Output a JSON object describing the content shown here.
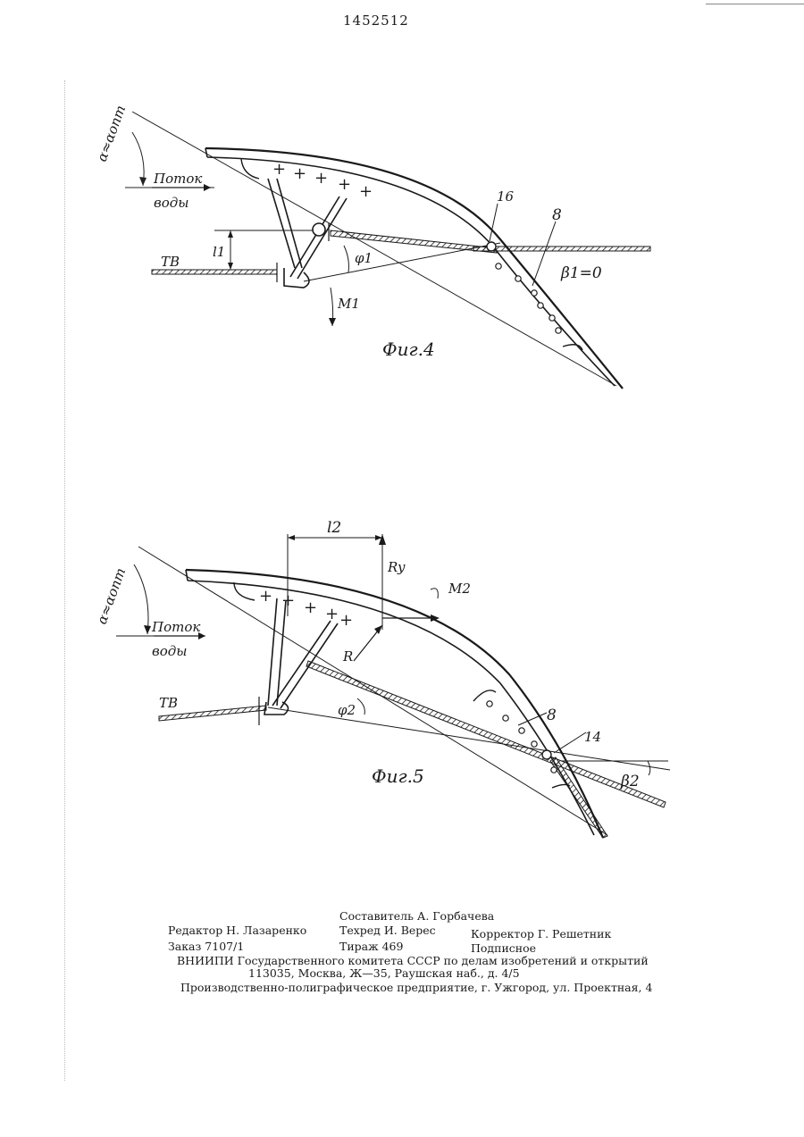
{
  "header": {
    "page_number": "1452512"
  },
  "fig4": {
    "caption": "Фиг.4",
    "label_alpha": "α≈αопт",
    "label_flow_1": "Поток",
    "label_flow_2": "воды",
    "label_tv": "ТВ",
    "label_l1": "l1",
    "label_phi1": "φ1",
    "label_m1": "M1",
    "label_16": "16",
    "label_8": "8",
    "label_beta1": "β1=0"
  },
  "fig5": {
    "caption": "Фиг.5",
    "label_alpha": "α≈αопт",
    "label_flow_1": "Поток",
    "label_flow_2": "воды",
    "label_tv": "ТВ",
    "label_l2": "l2",
    "label_ry": "Ry",
    "label_m2": "M2",
    "label_r": "R",
    "label_phi2": "φ2",
    "label_8": "8",
    "label_14": "14",
    "label_beta2": "β2"
  },
  "colophon": {
    "compiler": "Составитель А. Горбачева",
    "editor": "Редактор Н. Лазаренко",
    "techred": "Техред И. Верес",
    "corrector": "Корректор Г. Решетник",
    "order": "Заказ 7107/1",
    "circulation": "Тираж 469",
    "subscription": "Подписное",
    "institute": "ВНИИПИ Государственного комитета СССР по делам изобретений и открытий",
    "address": "113035, Москва, Ж—35, Раушская наб., д. 4/5",
    "printer": "Производственно-полиграфическое предприятие, г. Ужгород, ул. Проектная, 4"
  }
}
